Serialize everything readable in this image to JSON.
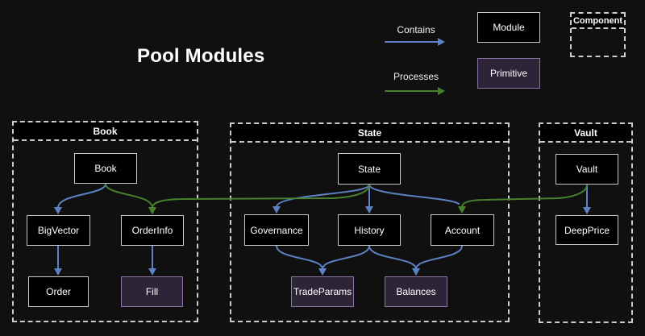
{
  "title": "Pool Modules",
  "legend": {
    "contains": "Contains",
    "processes": "Processes",
    "module": "Module",
    "primitive": "Primitive",
    "component": "Component"
  },
  "groups": {
    "book": {
      "label": "Book",
      "nodes": {
        "book": "Book",
        "bigvector": "BigVector",
        "orderinfo": "OrderInfo",
        "order": "Order",
        "fill": "Fill"
      }
    },
    "state": {
      "label": "State",
      "nodes": {
        "state": "State",
        "governance": "Governance",
        "history": "History",
        "account": "Account",
        "tradeparams": "TradeParams",
        "balances": "Balances"
      }
    },
    "vault": {
      "label": "Vault",
      "nodes": {
        "vault": "Vault",
        "deepprice": "DeepPrice"
      }
    }
  },
  "edges": [
    {
      "from": "Book",
      "to": "BigVector",
      "type": "contains"
    },
    {
      "from": "Book",
      "to": "OrderInfo",
      "type": "processes"
    },
    {
      "from": "BigVector",
      "to": "Order",
      "type": "contains"
    },
    {
      "from": "OrderInfo",
      "to": "Fill",
      "type": "contains"
    },
    {
      "from": "State",
      "to": "Governance",
      "type": "contains"
    },
    {
      "from": "State",
      "to": "History",
      "type": "contains"
    },
    {
      "from": "State",
      "to": "Account",
      "type": "contains"
    },
    {
      "from": "State",
      "to": "OrderInfo",
      "type": "processes"
    },
    {
      "from": "Governance",
      "to": "TradeParams",
      "type": "contains"
    },
    {
      "from": "History",
      "to": "TradeParams",
      "type": "contains"
    },
    {
      "from": "History",
      "to": "Balances",
      "type": "contains"
    },
    {
      "from": "Account",
      "to": "Balances",
      "type": "contains"
    },
    {
      "from": "Vault",
      "to": "DeepPrice",
      "type": "contains"
    },
    {
      "from": "Vault",
      "to": "Account",
      "type": "processes"
    }
  ],
  "colors": {
    "background": "#101010",
    "module_fill": "#000000",
    "module_border": "#c9c9c9",
    "primitive_fill": "#2e2438",
    "primitive_border": "#8d74a4",
    "contains_edge": "#5b82c2",
    "processes_edge": "#47802e",
    "cluster_border": "#cccccc",
    "text": "#ffffff"
  }
}
